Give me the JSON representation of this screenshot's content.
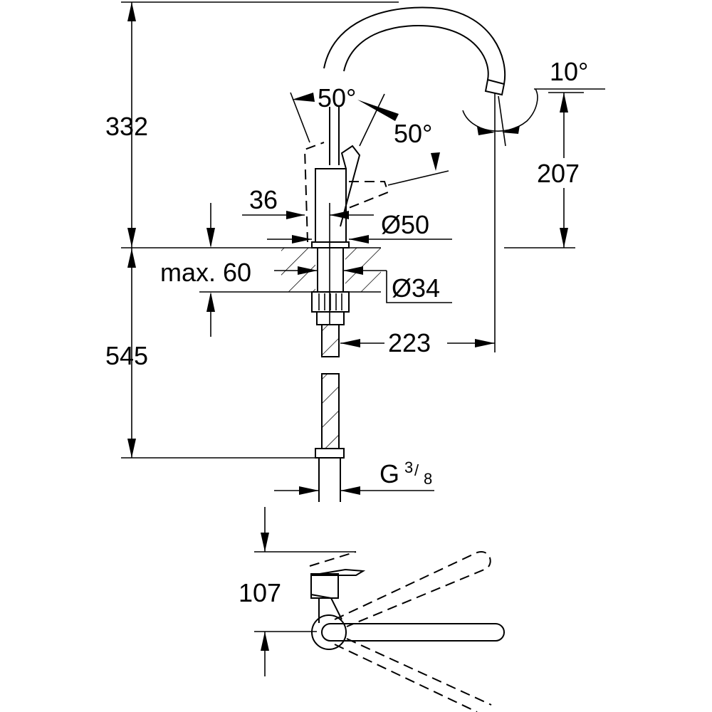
{
  "drawing": {
    "dimensions": {
      "height_above_sink": "332",
      "height_below_sink": "545",
      "lever_angle_front": "50°",
      "lever_angle_side": "50°",
      "spout_angle": "10°",
      "spout_outlet_height": "207",
      "lever_offset": "36",
      "base_diameter": "Ø50",
      "max_mount_thickness": "max. 60",
      "hole_diameter": "Ø34",
      "spout_reach": "223",
      "connection_thread_prefix": "G",
      "connection_thread_num": "3",
      "connection_thread_den": "8",
      "top_view_depth": "107"
    }
  }
}
